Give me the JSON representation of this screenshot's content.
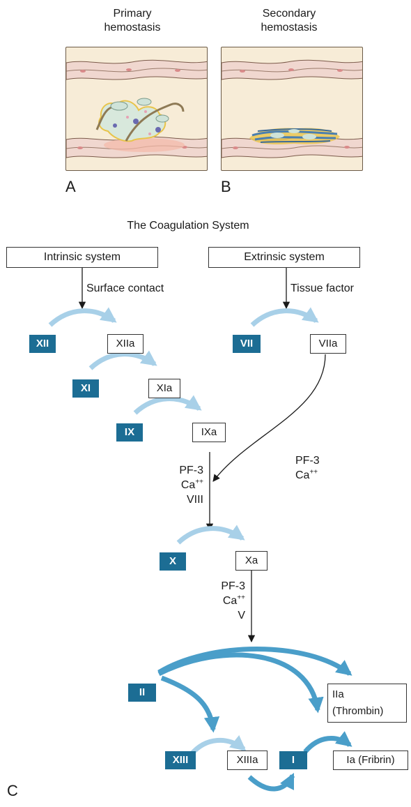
{
  "panels": {
    "a": {
      "title_line1": "Primary",
      "title_line2": "hemostasis",
      "letter": "A"
    },
    "b": {
      "title_line1": "Secondary",
      "title_line2": "hemostasis",
      "letter": "B"
    }
  },
  "diagram": {
    "title": "The Coagulation System",
    "letter_c": "C",
    "intrinsic_label": "Intrinsic system",
    "extrinsic_label": "Extrinsic system",
    "surface_contact": "Surface contact",
    "tissue_factor": "Tissue factor",
    "factors": {
      "xii": "XII",
      "xiia": "XIIa",
      "xi": "XI",
      "xia": "XIa",
      "ix": "IX",
      "ixa": "IXa",
      "vii": "VII",
      "viia": "VIIa",
      "x": "X",
      "xa": "Xa",
      "ii": "II",
      "iia_line1": "IIa",
      "iia_line2": "(Thrombin)",
      "xiii": "XIII",
      "xiiia": "XIIIa",
      "i": "I",
      "ia": "Ia (Fribrin)"
    },
    "cofactors": {
      "ext_pf3": "PF-3",
      "ext_ca": "Ca",
      "ext_ca_sup": "++",
      "ix_pf3": "PF-3",
      "ix_ca": "Ca",
      "ix_ca_sup": "++",
      "ix_viii": "VIII",
      "x_pf3": "PF-3",
      "x_ca": "Ca",
      "x_ca_sup": "++",
      "x_v": "V"
    }
  },
  "colors": {
    "factor_dark": "#1c6d94",
    "light_arrow": "#a8d0e8",
    "medium_arrow": "#4a9ec9",
    "panel_bg": "#f7ecd7"
  }
}
